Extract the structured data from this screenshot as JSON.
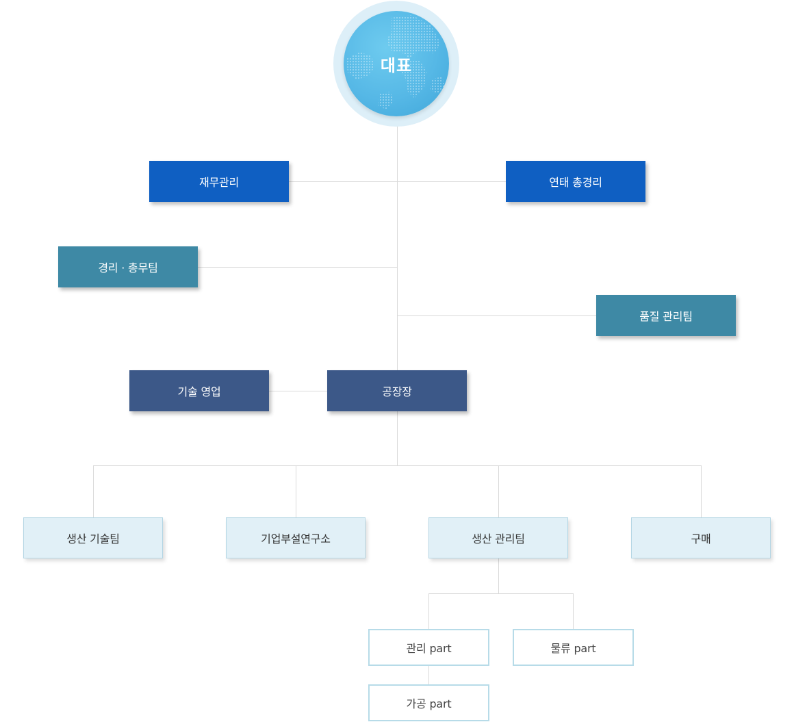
{
  "ceo": {
    "label": "대표"
  },
  "level1": {
    "finance": "재무관리",
    "yeontae": "연태 총경리"
  },
  "staff": {
    "accounting": "경리 · 총무팀",
    "quality": "품질 관리팀"
  },
  "factory": {
    "tech_sales": "기술 영업",
    "manager": "공장장"
  },
  "teams": [
    "생산 기술팀",
    "기업부설연구소",
    "생산 관리팀",
    "구매"
  ],
  "parts": {
    "admin": "관리 part",
    "logistics": "물류 part",
    "processing": "가공 part"
  },
  "colors": {
    "ceo": "#56b8e6",
    "level1": "#0f5fc2",
    "staff": "#3e89a5",
    "factory": "#3c5888",
    "team_bg": "#e1f0f7",
    "part_border": "#b7dbe8",
    "connector": "#d9d9d9"
  }
}
